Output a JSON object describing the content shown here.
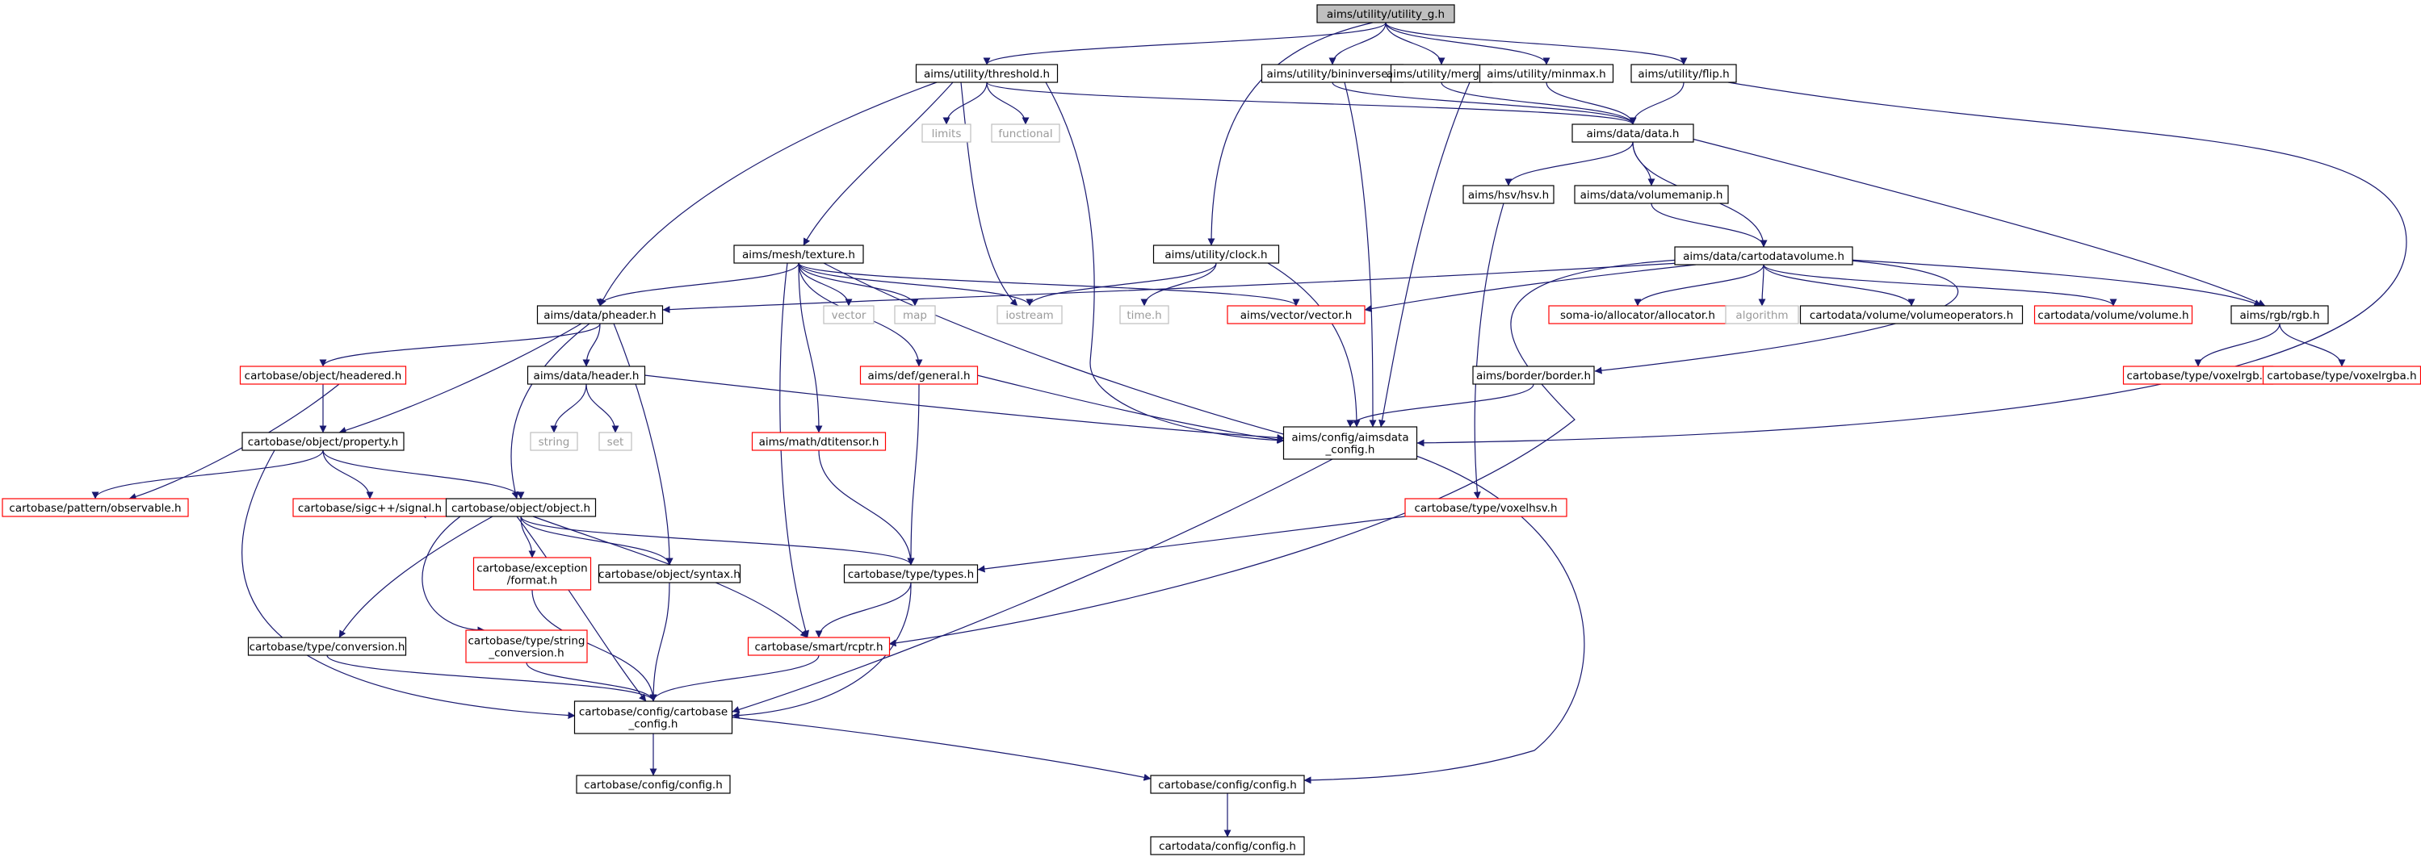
{
  "graph": {
    "colors": {
      "edge": "#191970",
      "border_default": "#000000",
      "border_undocumented": "#ff0000",
      "border_system": "#bfbfbf",
      "root_fill": "#bfbfbf",
      "text": "#000000",
      "system_text": "#9a9a9a"
    },
    "nodes": [
      {
        "id": "utility_g",
        "label": "aims/utility/utility_g.h",
        "kind": "root"
      },
      {
        "id": "threshold",
        "label": "aims/utility/threshold.h",
        "kind": "default"
      },
      {
        "id": "bininverse",
        "label": "aims/utility/bininverse.h",
        "kind": "default"
      },
      {
        "id": "merge",
        "label": "aims/utility/merge.h",
        "kind": "default"
      },
      {
        "id": "minmax",
        "label": "aims/utility/minmax.h",
        "kind": "default"
      },
      {
        "id": "flip",
        "label": "aims/utility/flip.h",
        "kind": "default"
      },
      {
        "id": "limits",
        "label": "limits",
        "kind": "system"
      },
      {
        "id": "functional",
        "label": "functional",
        "kind": "system"
      },
      {
        "id": "data",
        "label": "aims/data/data.h",
        "kind": "default"
      },
      {
        "id": "hsv",
        "label": "aims/hsv/hsv.h",
        "kind": "default"
      },
      {
        "id": "volumemanip",
        "label": "aims/data/volumemanip.h",
        "kind": "default"
      },
      {
        "id": "texture",
        "label": "aims/mesh/texture.h",
        "kind": "default"
      },
      {
        "id": "clock",
        "label": "aims/utility/clock.h",
        "kind": "default"
      },
      {
        "id": "cartodatavolume",
        "label": "aims/data/cartodatavolume.h",
        "kind": "default"
      },
      {
        "id": "pheader",
        "label": "aims/data/pheader.h",
        "kind": "default"
      },
      {
        "id": "vector",
        "label": "vector",
        "kind": "system"
      },
      {
        "id": "map",
        "label": "map",
        "kind": "system"
      },
      {
        "id": "iostream",
        "label": "iostream",
        "kind": "system"
      },
      {
        "id": "time",
        "label": "time.h",
        "kind": "system"
      },
      {
        "id": "vectorh",
        "label": "aims/vector/vector.h",
        "kind": "undocumented"
      },
      {
        "id": "allocator",
        "label": "soma-io/allocator/allocator.h",
        "kind": "undocumented"
      },
      {
        "id": "algorithm",
        "label": "algorithm",
        "kind": "system"
      },
      {
        "id": "volumeoperators",
        "label": "cartodata/volume/volumeoperators.h",
        "kind": "default"
      },
      {
        "id": "volume",
        "label": "cartodata/volume/volume.h",
        "kind": "undocumented"
      },
      {
        "id": "rgb",
        "label": "aims/rgb/rgb.h",
        "kind": "default"
      },
      {
        "id": "headered",
        "label": "cartobase/object/headered.h",
        "kind": "undocumented"
      },
      {
        "id": "header",
        "label": "aims/data/header.h",
        "kind": "default"
      },
      {
        "id": "general",
        "label": "aims/def/general.h",
        "kind": "undocumented"
      },
      {
        "id": "border",
        "label": "aims/border/border.h",
        "kind": "default"
      },
      {
        "id": "voxelrgb",
        "label": "cartobase/type/voxelrgb.h",
        "kind": "undocumented"
      },
      {
        "id": "voxelrgba",
        "label": "cartobase/type/voxelrgba.h",
        "kind": "undocumented"
      },
      {
        "id": "string",
        "label": "string",
        "kind": "system"
      },
      {
        "id": "set",
        "label": "set",
        "kind": "system"
      },
      {
        "id": "aimsdata_config",
        "label": [
          "aims/config/aimsdata",
          "_config.h"
        ],
        "kind": "default"
      },
      {
        "id": "property",
        "label": "cartobase/object/property.h",
        "kind": "default"
      },
      {
        "id": "dtitensor",
        "label": "aims/math/dtitensor.h",
        "kind": "undocumented"
      },
      {
        "id": "observable",
        "label": "cartobase/pattern/observable.h",
        "kind": "undocumented"
      },
      {
        "id": "signal",
        "label": "cartobase/sigc++/signal.h",
        "kind": "undocumented"
      },
      {
        "id": "object",
        "label": "cartobase/object/object.h",
        "kind": "default"
      },
      {
        "id": "voxelhsv",
        "label": "cartobase/type/voxelhsv.h",
        "kind": "undocumented"
      },
      {
        "id": "format",
        "label": [
          "cartobase/exception",
          "/format.h"
        ],
        "kind": "undocumented"
      },
      {
        "id": "syntax",
        "label": "cartobase/object/syntax.h",
        "kind": "default"
      },
      {
        "id": "types",
        "label": "cartobase/type/types.h",
        "kind": "default"
      },
      {
        "id": "conversion",
        "label": "cartobase/type/conversion.h",
        "kind": "default"
      },
      {
        "id": "string_conversion",
        "label": [
          "cartobase/type/string",
          "_conversion.h"
        ],
        "kind": "undocumented"
      },
      {
        "id": "rcptr",
        "label": "cartobase/smart/rcptr.h",
        "kind": "undocumented"
      },
      {
        "id": "cartobase_config",
        "label": [
          "cartobase/config/cartobase",
          "_config.h"
        ],
        "kind": "default"
      },
      {
        "id": "cb_config",
        "label": "cartobase/config/config.h",
        "kind": "default"
      },
      {
        "id": "cb_config2",
        "label": "cartobase/config/config.h",
        "kind": "default"
      },
      {
        "id": "cartodata_config",
        "label": "cartodata/config/config.h",
        "kind": "default"
      }
    ],
    "edges": [
      [
        "utility_g",
        "threshold"
      ],
      [
        "utility_g",
        "bininverse"
      ],
      [
        "utility_g",
        "merge"
      ],
      [
        "utility_g",
        "minmax"
      ],
      [
        "utility_g",
        "flip"
      ],
      [
        "utility_g",
        "clock"
      ],
      [
        "threshold",
        "limits"
      ],
      [
        "threshold",
        "functional"
      ],
      [
        "threshold",
        "data"
      ],
      [
        "threshold",
        "texture"
      ],
      [
        "threshold",
        "pheader"
      ],
      [
        "threshold",
        "iostream"
      ],
      [
        "threshold",
        "aimsdata_config"
      ],
      [
        "bininverse",
        "data"
      ],
      [
        "bininverse",
        "aimsdata_config"
      ],
      [
        "merge",
        "data"
      ],
      [
        "merge",
        "aimsdata_config"
      ],
      [
        "minmax",
        "data"
      ],
      [
        "flip",
        "data"
      ],
      [
        "flip",
        "aimsdata_config"
      ],
      [
        "data",
        "hsv"
      ],
      [
        "data",
        "volumemanip"
      ],
      [
        "data",
        "cartodatavolume"
      ],
      [
        "data",
        "rgb"
      ],
      [
        "volumemanip",
        "cartodatavolume"
      ],
      [
        "hsv",
        "voxelhsv"
      ],
      [
        "texture",
        "pheader"
      ],
      [
        "texture",
        "vector"
      ],
      [
        "texture",
        "map"
      ],
      [
        "texture",
        "iostream"
      ],
      [
        "texture",
        "vectorh"
      ],
      [
        "texture",
        "general"
      ],
      [
        "texture",
        "dtitensor"
      ],
      [
        "texture",
        "aimsdata_config"
      ],
      [
        "texture",
        "rcptr"
      ],
      [
        "clock",
        "iostream"
      ],
      [
        "clock",
        "time"
      ],
      [
        "clock",
        "aimsdata_config"
      ],
      [
        "cartodatavolume",
        "pheader"
      ],
      [
        "cartodatavolume",
        "vectorh"
      ],
      [
        "cartodatavolume",
        "allocator"
      ],
      [
        "cartodatavolume",
        "algorithm"
      ],
      [
        "cartodatavolume",
        "volumeoperators"
      ],
      [
        "cartodatavolume",
        "volume"
      ],
      [
        "cartodatavolume",
        "rgb"
      ],
      [
        "cartodatavolume",
        "border"
      ],
      [
        "cartodatavolume",
        "rcptr"
      ],
      [
        "pheader",
        "headered"
      ],
      [
        "pheader",
        "header"
      ],
      [
        "pheader",
        "property"
      ],
      [
        "pheader",
        "object"
      ],
      [
        "pheader",
        "syntax"
      ],
      [
        "rgb",
        "voxelrgb"
      ],
      [
        "rgb",
        "voxelrgba"
      ],
      [
        "header",
        "string"
      ],
      [
        "header",
        "set"
      ],
      [
        "header",
        "aimsdata_config"
      ],
      [
        "general",
        "aimsdata_config"
      ],
      [
        "general",
        "types"
      ],
      [
        "border",
        "aimsdata_config"
      ],
      [
        "headered",
        "property"
      ],
      [
        "headered",
        "observable"
      ],
      [
        "property",
        "observable"
      ],
      [
        "property",
        "signal"
      ],
      [
        "property",
        "object"
      ],
      [
        "property",
        "cartobase_config"
      ],
      [
        "signal",
        "signal"
      ],
      [
        "aimsdata_config",
        "cartobase_config"
      ],
      [
        "aimsdata_config",
        "cb_config2"
      ],
      [
        "dtitensor",
        "types"
      ],
      [
        "voxelhsv",
        "types"
      ],
      [
        "object",
        "format"
      ],
      [
        "object",
        "syntax"
      ],
      [
        "object",
        "types"
      ],
      [
        "object",
        "conversion"
      ],
      [
        "object",
        "string_conversion"
      ],
      [
        "object",
        "rcptr"
      ],
      [
        "object",
        "cartobase_config"
      ],
      [
        "format",
        "cartobase_config"
      ],
      [
        "syntax",
        "cartobase_config"
      ],
      [
        "types",
        "rcptr"
      ],
      [
        "types",
        "cartobase_config"
      ],
      [
        "conversion",
        "cartobase_config"
      ],
      [
        "string_conversion",
        "cartobase_config"
      ],
      [
        "rcptr",
        "cartobase_config"
      ],
      [
        "cartobase_config",
        "cb_config"
      ],
      [
        "cartobase_config",
        "cb_config2"
      ],
      [
        "cb_config2",
        "cartodata_config"
      ]
    ]
  }
}
